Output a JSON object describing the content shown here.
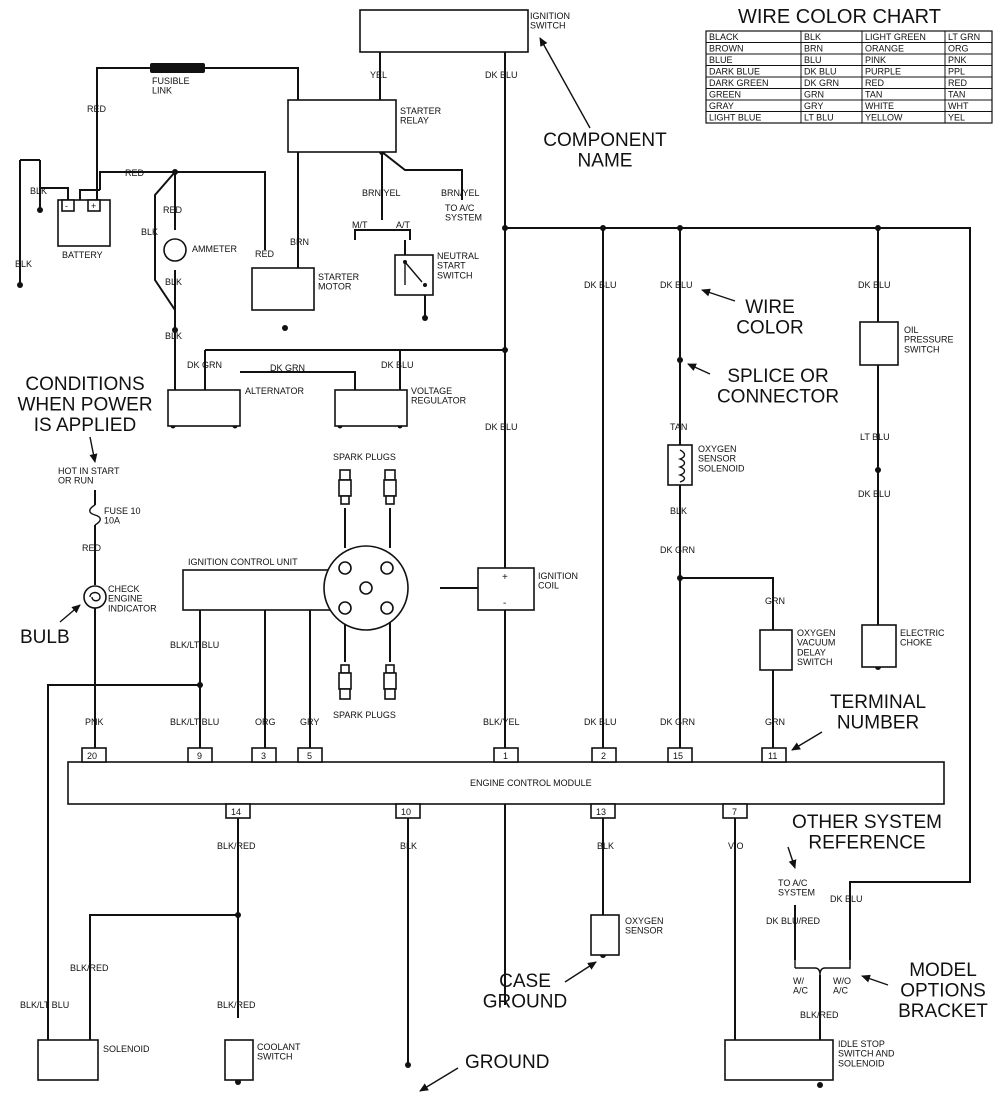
{
  "components": {
    "ignition_switch": "IGNITION\nSWITCH",
    "fusible_link": "FUSIBLE\nLINK",
    "starter_relay": "STARTER\nRELAY",
    "battery": "BATTERY",
    "ammeter": "AMMETER",
    "starter_motor": "STARTER\nMOTOR",
    "neutral_start_switch": "NEUTRAL\nSTART\nSWITCH",
    "alternator": "ALTERNATOR",
    "voltage_regulator": "VOLTAGE\nREGULATOR",
    "ignition_control_unit": "IGNITION CONTROL UNIT",
    "ignition_coil": "IGNITION\nCOIL",
    "spark_plugs_top": "SPARK PLUGS",
    "spark_plugs_bottom": "SPARK PLUGS",
    "check_engine": "CHECK\nENGINE\nINDICATOR",
    "fuse": "FUSE 10\n10A",
    "hot_in_start": "HOT IN START\nOR RUN",
    "oxygen_sensor_solenoid": "OXYGEN\nSENSOR\nSOLENOID",
    "oxygen_vacuum_delay_switch": "OXYGEN\nVACUUM\nDELAY\nSWITCH",
    "oil_pressure_switch": "OIL\nPRESSURE\nSWITCH",
    "electric_choke": "ELECTRIC\nCHOKE",
    "engine_control_module": "ENGINE CONTROL MODULE",
    "solenoid": "SOLENOID",
    "coolant_switch": "COOLANT\nSWITCH",
    "oxygen_sensor": "OXYGEN\nSENSOR",
    "idle_stop": "IDLE STOP\nSWITCH AND\nSOLENOID",
    "to_ac_system_1": "TO A/C\nSYSTEM",
    "to_ac_system_2": "TO A/C\nSYSTEM"
  },
  "wire_labels": {
    "yel": "YEL",
    "dk_blu": "DK BLU",
    "red": "RED",
    "blk": "BLK",
    "brn": "BRN",
    "brn_yel": "BRN/YEL",
    "mt": "M/T",
    "at": "A/T",
    "dk_grn": "DK GRN",
    "tan": "TAN",
    "lt_blu": "LT BLU",
    "grn": "GRN",
    "blk_lt_blu": "BLK/LT BLU",
    "org": "ORG",
    "gry": "GRY",
    "pnk": "PNK",
    "blk_yel": "BLK/YEL",
    "blk_red": "BLK/RED",
    "vio": "VIO",
    "dk_blu_red": "DK BLU/RED",
    "wo_ac": "W/O\nA/C",
    "w_ac": "W/\nA/C"
  },
  "terminals_top": [
    "20",
    "9",
    "3",
    "5",
    "1",
    "2",
    "15",
    "11"
  ],
  "terminals_bottom": [
    "14",
    "10",
    "13",
    "7"
  ],
  "annotations": {
    "component_name": "COMPONENT\nNAME",
    "wire_color": "WIRE\nCOLOR",
    "splice": "SPLICE OR\nCONNECTOR",
    "conditions": "CONDITIONS\nWHEN POWER\nIS APPLIED",
    "bulb": "BULB",
    "terminal_number": "TERMINAL\nNUMBER",
    "other_system": "OTHER SYSTEM\nREFERENCE",
    "model_options": "MODEL\nOPTIONS\nBRACKET",
    "case_ground": "CASE\nGROUND",
    "ground": "GROUND"
  },
  "wire_color_chart": {
    "title": "WIRE COLOR CHART",
    "rows": [
      [
        "BLACK",
        "BLK",
        "LIGHT GREEN",
        "LT GRN"
      ],
      [
        "BROWN",
        "BRN",
        "ORANGE",
        "ORG"
      ],
      [
        "BLUE",
        "BLU",
        "PINK",
        "PNK"
      ],
      [
        "DARK BLUE",
        "DK BLU",
        "PURPLE",
        "PPL"
      ],
      [
        "DARK GREEN",
        "DK GRN",
        "RED",
        "RED"
      ],
      [
        "GREEN",
        "GRN",
        "TAN",
        "TAN"
      ],
      [
        "GRAY",
        "GRY",
        "WHITE",
        "WHT"
      ],
      [
        "LIGHT BLUE",
        "LT BLU",
        "YELLOW",
        "YEL"
      ]
    ]
  }
}
